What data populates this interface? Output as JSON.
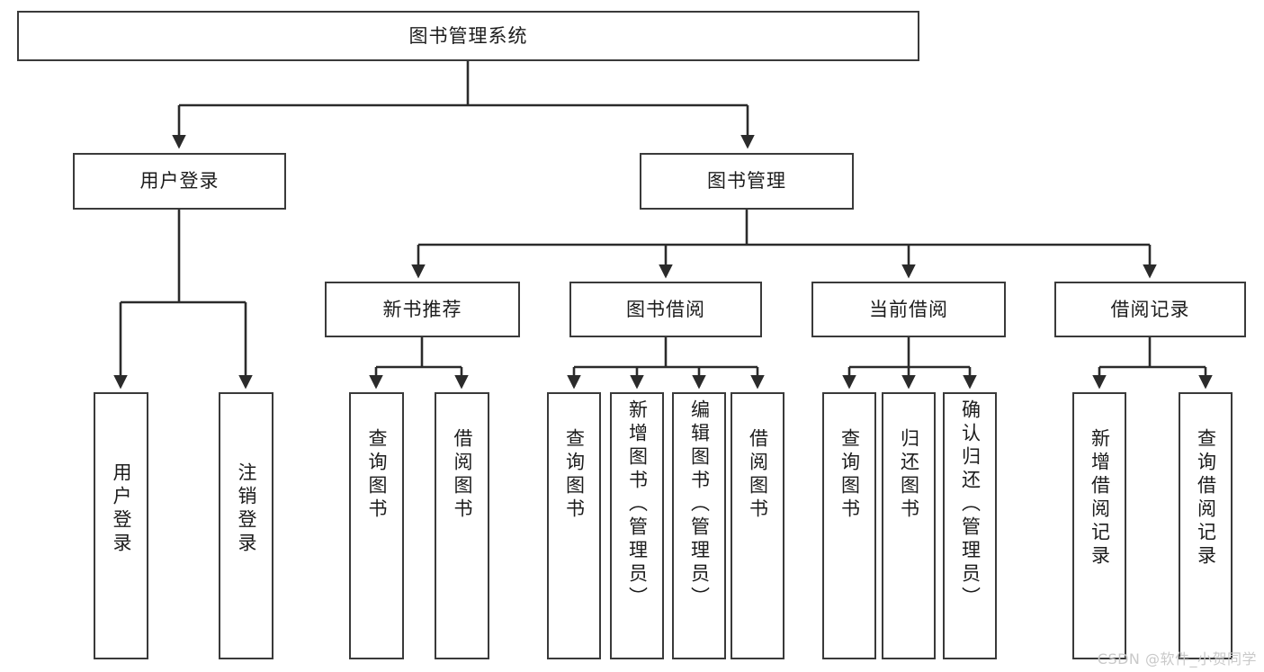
{
  "diagram": {
    "type": "tree-hierarchy",
    "title": "图书管理系统",
    "watermark": "CSDN @软件_小贺同学",
    "colors": {
      "background": "#ffffff",
      "node_border": "#3a3a3a",
      "node_fill": "#ffffff",
      "connector": "#2b2b2b",
      "text": "#1c1c1c",
      "watermark": "#c9c9c9"
    },
    "root": {
      "label": "图书管理系统"
    },
    "level1": [
      {
        "label": "用户登录"
      },
      {
        "label": "图书管理"
      }
    ],
    "level2": [
      {
        "label": "新书推荐"
      },
      {
        "label": "图书借阅"
      },
      {
        "label": "当前借阅"
      },
      {
        "label": "借阅记录"
      }
    ],
    "leaves": {
      "user_login": [
        {
          "label": "用户登录"
        },
        {
          "label": "注销登录"
        }
      ],
      "new_book_recommend": [
        {
          "label": "查询图书"
        },
        {
          "label": "借阅图书"
        }
      ],
      "book_borrow": [
        {
          "label": "查询图书"
        },
        {
          "label": "新增图书（管理员）"
        },
        {
          "label": "编辑图书（管理员）"
        },
        {
          "label": "借阅图书"
        }
      ],
      "current_borrow": [
        {
          "label": "查询图书"
        },
        {
          "label": "归还图书"
        },
        {
          "label": "确认归还（管理员）"
        }
      ],
      "borrow_records": [
        {
          "label": "新增借阅记录"
        },
        {
          "label": "查询借阅记录"
        }
      ]
    }
  }
}
